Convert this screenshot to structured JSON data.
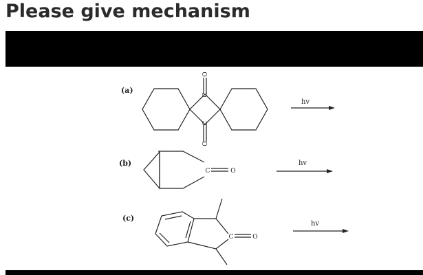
{
  "question": {
    "title": "Please give mechanism"
  },
  "reactions": [
    {
      "label": "(a)",
      "arrow_label": "hv",
      "atoms": [
        "O",
        "C",
        "C",
        "O"
      ]
    },
    {
      "label": "(b)",
      "arrow_label": "hv",
      "atoms": [
        "C",
        "O"
      ]
    },
    {
      "label": "(c)",
      "arrow_label": "hv",
      "atoms": [
        "C",
        "O"
      ]
    }
  ]
}
